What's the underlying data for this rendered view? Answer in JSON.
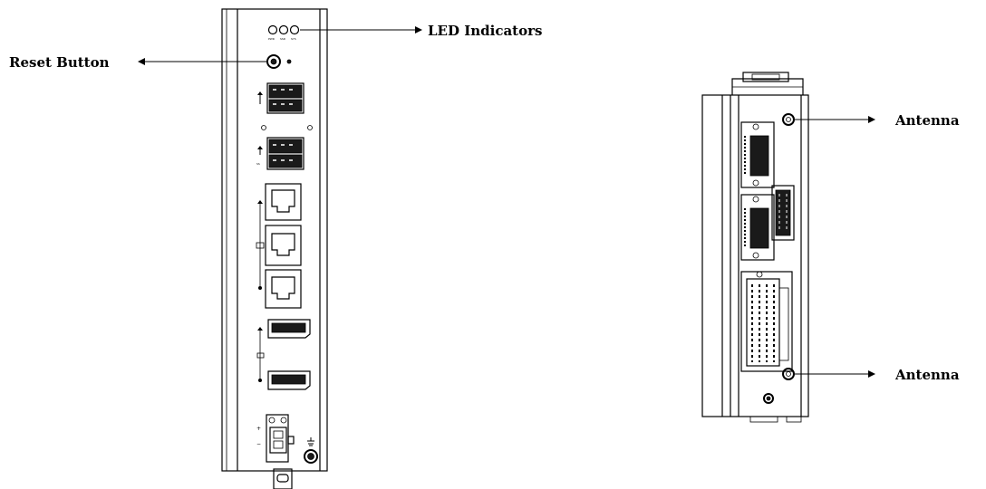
{
  "labels": {
    "led_indicators": "LED Indicators",
    "reset_button": "Reset Button",
    "antenna_top": "Antenna",
    "antenna_bottom": "Antenna"
  },
  "led_captions": [
    "PWR",
    "SSD",
    "SYS"
  ]
}
